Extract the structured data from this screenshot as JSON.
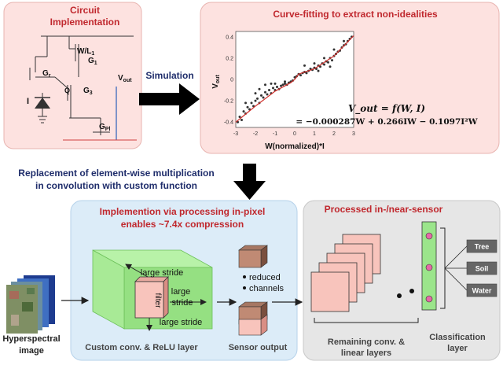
{
  "circuit": {
    "title_line1": "Circuit",
    "title_line2": "Implementation",
    "wl_label": "W/L",
    "wl_sub": "1",
    "g1_label": "G",
    "g1_sub": "1",
    "gr_label": "G",
    "gr_sub": "r",
    "g3_label": "G",
    "g3_sub": "3",
    "q_label": "Q",
    "i_label": "I",
    "gp_label": "G",
    "gp_sub": "Pl",
    "vout_label": "V",
    "vout_sub": "out"
  },
  "simulation_label": "Simulation",
  "curve": {
    "title": "Curve-fitting to extract non-idealities",
    "ylabel_main": "V",
    "ylabel_sub": "out",
    "xlabel": "W(normalized)*I",
    "equation_line1": "V_out = f(W, I)",
    "equation_line2": "= −0.000287W + 0.266IW − 0.1097I²W"
  },
  "chart_data": {
    "type": "scatter",
    "x_ticks": [
      "-3",
      "-2",
      "-1",
      "0",
      "1",
      "2",
      "3"
    ],
    "y_ticks": [
      "0.4",
      "0.2",
      "0",
      "-0.2",
      "-0.4"
    ],
    "xlim": [
      -3,
      3
    ],
    "ylim": [
      -0.45,
      0.45
    ],
    "points_x": [
      -2.9,
      -2.8,
      -2.7,
      -2.6,
      -2.5,
      -2.4,
      -2.3,
      -2.2,
      -2.1,
      -2.0,
      -1.9,
      -1.8,
      -1.7,
      -1.6,
      -1.5,
      -1.4,
      -1.3,
      -1.2,
      -1.1,
      -1.0,
      -0.9,
      -0.8,
      -0.7,
      -0.6,
      -0.5,
      -0.4,
      -0.3,
      -0.2,
      -0.1,
      0.0,
      0.1,
      0.2,
      0.3,
      0.4,
      0.5,
      0.6,
      0.7,
      0.8,
      0.9,
      1.0,
      1.1,
      1.2,
      1.3,
      1.4,
      1.5,
      1.6,
      1.7,
      1.8,
      1.9,
      2.0,
      2.1,
      2.2,
      2.3,
      2.4,
      2.5,
      2.6,
      2.7,
      2.8,
      2.9,
      -2.5,
      -2.0,
      -1.5,
      -1.0,
      -0.5,
      0.5,
      1.0,
      1.5,
      2.0,
      2.5,
      -1.8,
      -1.2,
      1.2,
      1.8
    ],
    "points_y": [
      -0.4,
      -0.35,
      -0.38,
      -0.3,
      -0.32,
      -0.26,
      -0.28,
      -0.22,
      -0.25,
      -0.2,
      -0.18,
      -0.22,
      -0.15,
      -0.17,
      -0.12,
      -0.14,
      -0.1,
      -0.13,
      -0.08,
      -0.1,
      -0.07,
      -0.09,
      -0.06,
      -0.05,
      -0.04,
      -0.05,
      -0.03,
      -0.02,
      -0.01,
      0.02,
      0.03,
      0.05,
      0.04,
      0.06,
      0.07,
      0.06,
      0.08,
      0.1,
      0.09,
      0.11,
      0.1,
      0.13,
      0.12,
      0.15,
      0.14,
      0.17,
      0.16,
      0.2,
      0.18,
      0.22,
      0.24,
      0.26,
      0.27,
      0.3,
      0.32,
      0.33,
      0.36,
      0.38,
      0.4,
      -0.22,
      -0.13,
      -0.05,
      -0.04,
      -0.02,
      0.13,
      0.15,
      0.2,
      0.28,
      0.36,
      -0.09,
      -0.04,
      0.08,
      0.12
    ],
    "fit_x": [
      -3,
      -2,
      -1,
      -0.2,
      0,
      0.2,
      1,
      2,
      3
    ],
    "fit_y": [
      -0.4,
      -0.25,
      -0.11,
      -0.03,
      0.0,
      0.05,
      0.1,
      0.22,
      0.41
    ]
  },
  "replacement_line1": "Replacement of element-wise multiplication",
  "replacement_line2": "in convolution with custom function",
  "pixel": {
    "title_line1": "Implemention via processing in-pixel",
    "title_line2": "enables ~7.4x compression",
    "large_stride_1": "large stride",
    "large_stride_2": "large",
    "large_stride_2b": "stride",
    "large_stride_3": "large stride",
    "filter_label": "filter",
    "reduced_label": "reduced",
    "channels_label": "channels",
    "custom_conv_label": "Custom conv. & ReLU layer",
    "sensor_output_label": "Sensor output"
  },
  "hyperspectral_line1": "Hyperspectral",
  "hyperspectral_line2": "image",
  "sensor": {
    "title": "Processed in-/near-sensor",
    "remaining_line1": "Remaining conv. &",
    "remaining_line2": "linear layers",
    "classification_line1": "Classification",
    "classification_line2": "layer",
    "classes": [
      "Tree",
      "Soil",
      "Water"
    ]
  },
  "colors": {
    "pink_panel": "#fde2e0",
    "blue_panel": "#dcecf8",
    "gray_panel": "#e6e6e6",
    "red_title": "#c0282e",
    "navy_text": "#1f2d6b",
    "green_block": "#9be58b",
    "salmon": "#f8c4bc"
  }
}
